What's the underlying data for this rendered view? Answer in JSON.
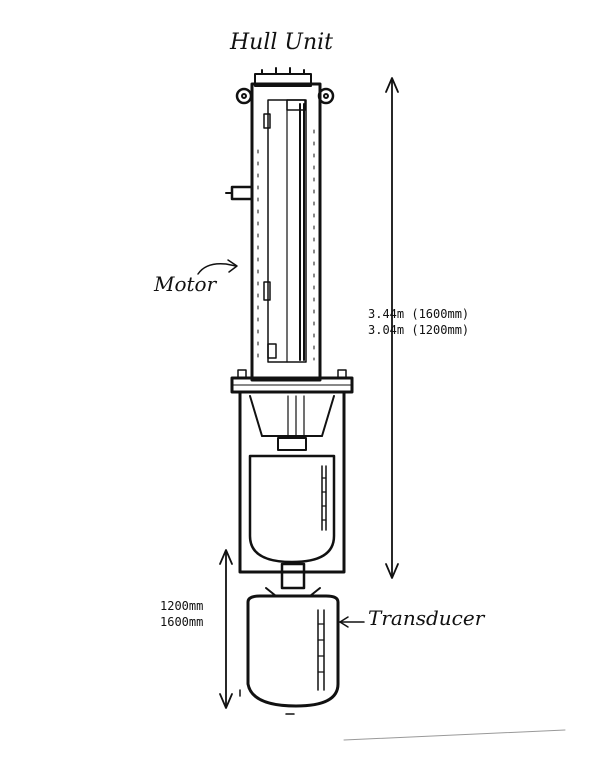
{
  "diagram": {
    "labels": {
      "hull_unit": "Hull Unit",
      "motor": "Motor",
      "transducer": "Transducer"
    },
    "height_dimension": {
      "line1": "3.44m (1600mm)",
      "line2": "3.04m (1200mm)"
    },
    "stroke_dimension": {
      "line1": "1200mm",
      "line2": "1600mm"
    },
    "ink_color": "#111111"
  }
}
